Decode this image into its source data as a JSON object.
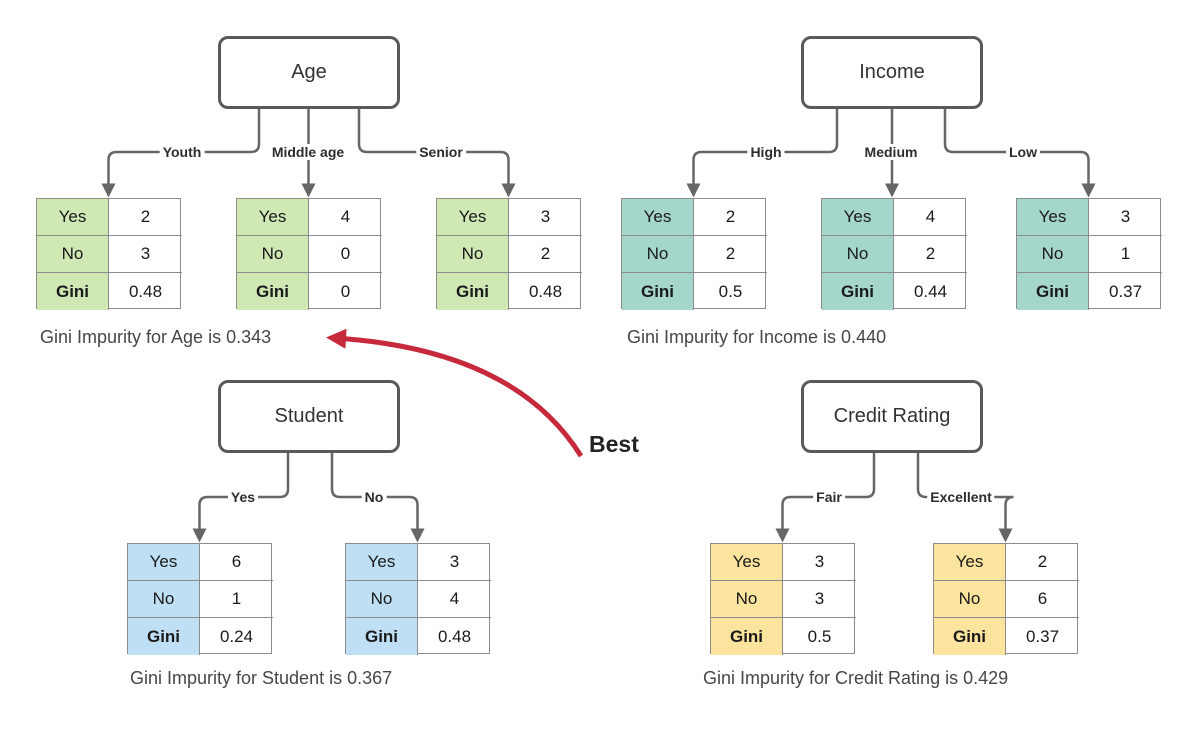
{
  "colors": {
    "age_fill": "#cfe8b4",
    "income_fill": "#a5d6cb",
    "student_fill": "#bfe0f4",
    "credit_fill": "#fbe49e",
    "connector": "#666666",
    "best_arrow": "#c5293b"
  },
  "best_label": "Best",
  "sections": [
    {
      "title": "Age",
      "caption": "Gini Impurity for Age is 0.343",
      "branches": [
        {
          "label": "Youth"
        },
        {
          "label": "Middle age"
        },
        {
          "label": "Senior"
        }
      ],
      "tables": [
        {
          "rows": [
            {
              "label": "Yes",
              "value": "2"
            },
            {
              "label": "No",
              "value": "3"
            },
            {
              "label": "Gini",
              "value": "0.48"
            }
          ]
        },
        {
          "rows": [
            {
              "label": "Yes",
              "value": "4"
            },
            {
              "label": "No",
              "value": "0"
            },
            {
              "label": "Gini",
              "value": "0"
            }
          ]
        },
        {
          "rows": [
            {
              "label": "Yes",
              "value": "3"
            },
            {
              "label": "No",
              "value": "2"
            },
            {
              "label": "Gini",
              "value": "0.48"
            }
          ]
        }
      ]
    },
    {
      "title": "Income",
      "caption": "Gini Impurity for Income is 0.440",
      "branches": [
        {
          "label": "High"
        },
        {
          "label": "Medium"
        },
        {
          "label": "Low"
        }
      ],
      "tables": [
        {
          "rows": [
            {
              "label": "Yes",
              "value": "2"
            },
            {
              "label": "No",
              "value": "2"
            },
            {
              "label": "Gini",
              "value": "0.5"
            }
          ]
        },
        {
          "rows": [
            {
              "label": "Yes",
              "value": "4"
            },
            {
              "label": "No",
              "value": "2"
            },
            {
              "label": "Gini",
              "value": "0.44"
            }
          ]
        },
        {
          "rows": [
            {
              "label": "Yes",
              "value": "3"
            },
            {
              "label": "No",
              "value": "1"
            },
            {
              "label": "Gini",
              "value": "0.37"
            }
          ]
        }
      ]
    },
    {
      "title": "Student",
      "caption": "Gini Impurity for Student is 0.367",
      "branches": [
        {
          "label": "Yes"
        },
        {
          "label": "No"
        }
      ],
      "tables": [
        {
          "rows": [
            {
              "label": "Yes",
              "value": "6"
            },
            {
              "label": "No",
              "value": "1"
            },
            {
              "label": "Gini",
              "value": "0.24"
            }
          ]
        },
        {
          "rows": [
            {
              "label": "Yes",
              "value": "3"
            },
            {
              "label": "No",
              "value": "4"
            },
            {
              "label": "Gini",
              "value": "0.48"
            }
          ]
        }
      ]
    },
    {
      "title": "Credit Rating",
      "caption": "Gini Impurity for Credit Rating is 0.429",
      "branches": [
        {
          "label": "Fair"
        },
        {
          "label": "Excellent"
        }
      ],
      "tables": [
        {
          "rows": [
            {
              "label": "Yes",
              "value": "3"
            },
            {
              "label": "No",
              "value": "3"
            },
            {
              "label": "Gini",
              "value": "0.5"
            }
          ]
        },
        {
          "rows": [
            {
              "label": "Yes",
              "value": "2"
            },
            {
              "label": "No",
              "value": "6"
            },
            {
              "label": "Gini",
              "value": "0.37"
            }
          ]
        }
      ]
    }
  ]
}
